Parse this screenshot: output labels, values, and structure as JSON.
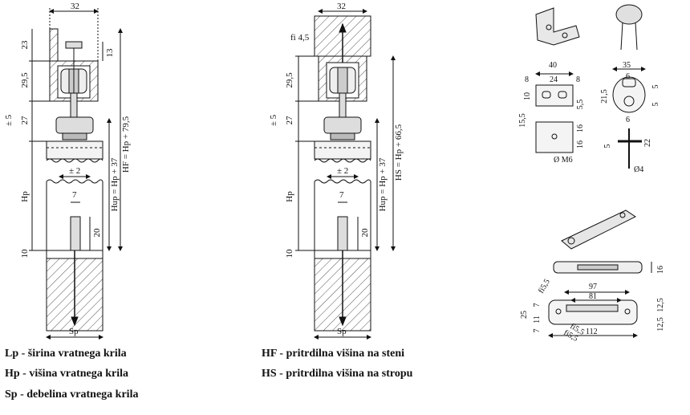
{
  "left_dims": {
    "top_width": "32",
    "d23": "23",
    "d13": "13",
    "d29_5": "29,5",
    "d_pm5": "± 5",
    "d27": "27",
    "hf": "HF = Hp + 79,5",
    "hup": "Hup = Hp + 37",
    "d_pm2": "± 2",
    "hp": "Hp",
    "d7": "7",
    "d20": "20",
    "d10": "10",
    "sp": "Sp"
  },
  "mid_dims": {
    "top_width": "32",
    "fi": "fi 4,5",
    "d29_5": "29,5",
    "d_pm5": "± 5",
    "d27": "27",
    "hs": "HS = Hp + 66,5",
    "hup": "Hup = Hp + 37",
    "d_pm2": "± 2",
    "hp": "Hp",
    "d7": "7",
    "d20": "20",
    "d10": "10",
    "sp": "Sp"
  },
  "right_dims": {
    "d40": "40",
    "d35": "35",
    "d8a": "8",
    "d24": "24",
    "d8b": "8",
    "d6a": "6",
    "d10": "10",
    "d5_5": "5,5",
    "d21_5": "21,5",
    "d5a": "5",
    "d5b": "5",
    "d15_5": "15,5",
    "d16": "16",
    "d16b": "16",
    "m6": "Ø M6",
    "d6b": "6",
    "d5c": "5",
    "d22": "22",
    "d4": "Ø4",
    "d16c": "16",
    "fi5_5a": "fi5,5",
    "d97": "97",
    "d81": "81",
    "d7a": "7",
    "d12_5a": "12,5",
    "d25": "25",
    "d11": "11",
    "d7b": "7",
    "fi5_5b": "fi5,5",
    "fi5_5c": "fi5,5",
    "d12_5b": "12,5",
    "d112": "112"
  },
  "legend": {
    "lp": "Lp - širina vratnega krila",
    "hp": "Hp - višina vratnega krila",
    "sp": "Sp - debelina vratnega krila",
    "hf": "HF - pritrdilna višina na steni",
    "hs": "HS - pritrdilna višina na stropu"
  }
}
